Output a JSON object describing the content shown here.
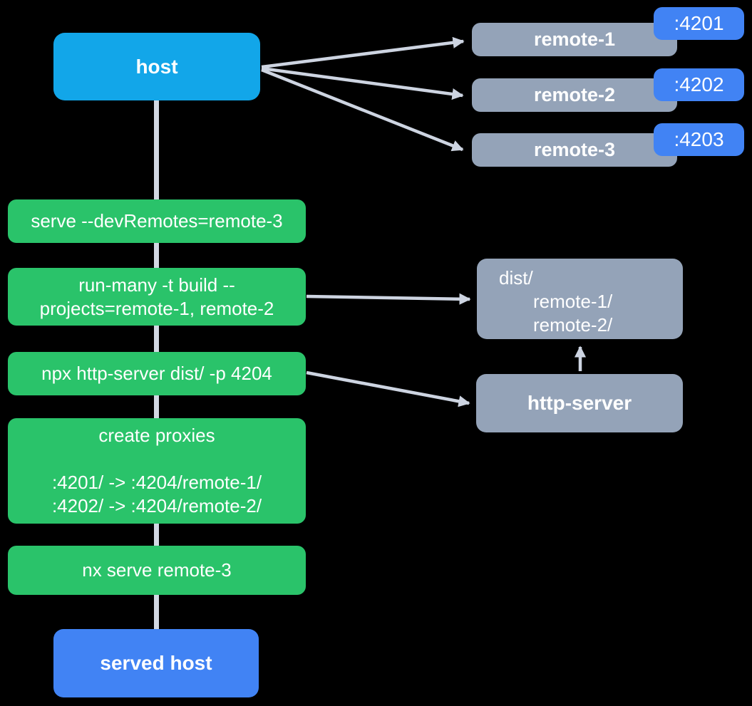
{
  "diagram": {
    "host": {
      "label": "host"
    },
    "served_host": {
      "label": "served host"
    },
    "remotes": [
      {
        "label": "remote-1",
        "port": ":4201"
      },
      {
        "label": "remote-2",
        "port": ":4202"
      },
      {
        "label": "remote-3",
        "port": ":4203"
      }
    ],
    "steps": [
      {
        "lines": [
          "serve --devRemotes=remote-3"
        ]
      },
      {
        "lines": [
          "run-many -t build --",
          "projects=remote-1, remote-2"
        ]
      },
      {
        "lines": [
          "npx http-server dist/ -p 4204"
        ]
      },
      {
        "lines": [
          "create proxies",
          "",
          ":4201/ -> :4204/remote-1/",
          ":4202/ -> :4204/remote-2/"
        ]
      },
      {
        "lines": [
          "nx serve remote-3"
        ]
      }
    ],
    "dist_folder": {
      "lines": [
        "dist/",
        "remote-1/",
        "remote-2/"
      ]
    },
    "http_server": {
      "label": "http-server"
    },
    "colors": {
      "host_blue": "#12A6E9",
      "accent_blue": "#4183F4",
      "step_green": "#2AC36A",
      "node_gray": "#94A3B8",
      "edge_gray": "#CDD4E1",
      "background": "#000000",
      "text": "#FFFFFF"
    }
  }
}
